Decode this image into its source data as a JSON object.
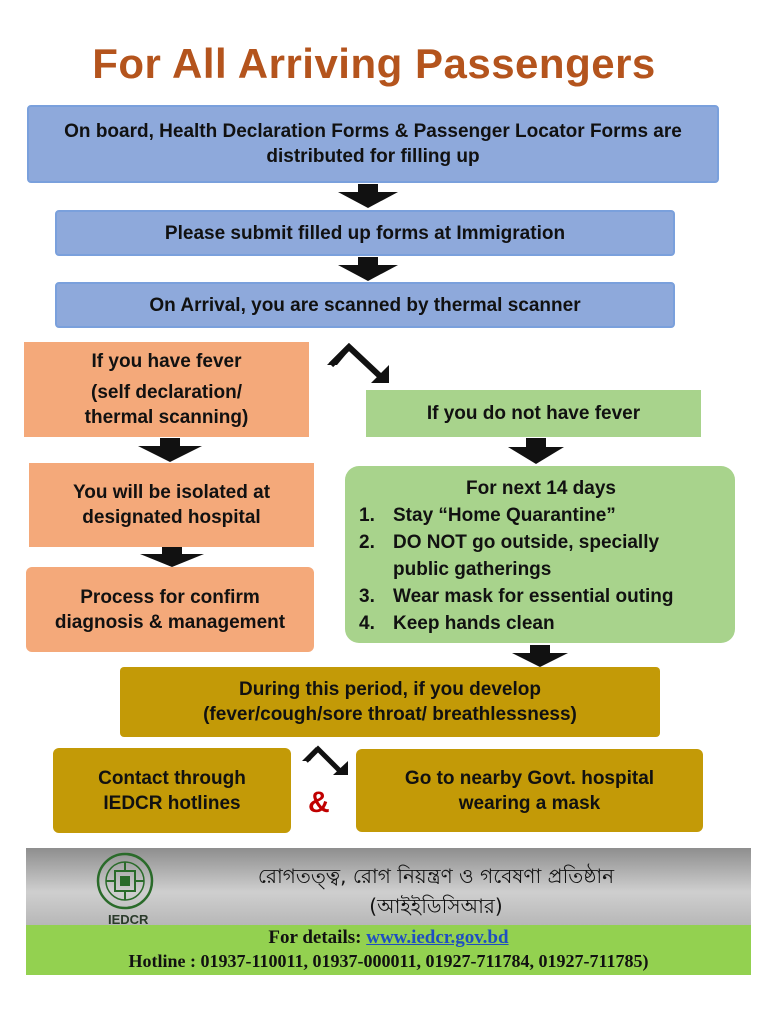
{
  "title": "For All Arriving Passengers",
  "steps": {
    "forms": "On board, Health Declaration Forms & Passenger Locator Forms are distributed for filling up",
    "submit": "Please submit filled up forms at Immigration",
    "scan": "On Arrival, you are scanned by thermal scanner"
  },
  "fever": {
    "line1": "If you have fever",
    "line2": "(self declaration/",
    "line3": "thermal scanning)",
    "isolate": "You will be isolated at designated hospital",
    "process": "Process for confirm diagnosis & management"
  },
  "no_fever": {
    "label": "If you do not have fever",
    "heading": "For next 14 days",
    "items": [
      {
        "num": "1.",
        "text": "Stay “Home Quarantine”"
      },
      {
        "num": "2.",
        "text": "DO NOT go outside, specially public gatherings"
      },
      {
        "num": "3.",
        "text": "Wear mask for essential outing"
      },
      {
        "num": "4.",
        "text": "Keep hands clean"
      }
    ]
  },
  "develop": {
    "line1": "During this period, if you develop",
    "line2": "(fever/cough/sore throat/ breathlessness)"
  },
  "actions": {
    "contact": "Contact through IEDCR hotlines",
    "ampersand": "&",
    "hospital": "Go to nearby Govt. hospital wearing a mask"
  },
  "footer": {
    "org_bn_line1": "রোগতত্ত্ব, রোগ নিয়ন্ত্রণ ও গবেষণা প্রতিষ্ঠান",
    "org_bn_line2": "(আইইডিসিআর)",
    "logo_text": "IEDCR",
    "details_label": "For details: ",
    "url": "www.iedcr.gov.bd",
    "hotline": "Hotline : 01937-110011, 01937-000011, 01927-711784, 01927-711785)"
  },
  "colors": {
    "title": "#b4541d",
    "blue_box": "#8ea9db",
    "orange_box": "#f4a97a",
    "green_box": "#a8d38c",
    "gold_box": "#c39a07",
    "ampersand": "#c00000",
    "footer_green": "#93d150"
  }
}
